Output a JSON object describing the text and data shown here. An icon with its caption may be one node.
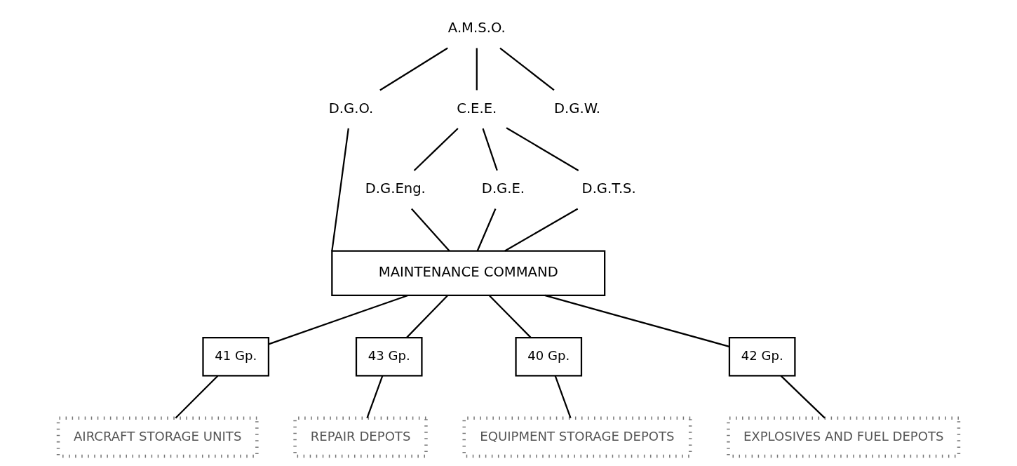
{
  "diagram": {
    "nodes": [
      {
        "text": [
          "A.M.S.O."
        ]
      },
      {
        "text": [
          "D.G.O."
        ]
      },
      {
        "text": [
          "C.E.E."
        ]
      },
      {
        "text": [
          "D.G.W."
        ]
      },
      {
        "text": [
          "D.G.Eng."
        ]
      },
      {
        "text": [
          "D.G.E."
        ]
      },
      {
        "text": [
          "D.G.T.S."
        ]
      },
      {
        "text": [
          "MAINTENANCE COMMAND"
        ]
      },
      {
        "text": [
          "41 Gp."
        ]
      },
      {
        "text": [
          "43 Gp."
        ]
      },
      {
        "text": [
          "40 Gp."
        ]
      },
      {
        "text": [
          "42 Gp."
        ]
      },
      {
        "text": [
          "AIRCRAFT STORAGE UNITS"
        ]
      },
      {
        "text": [
          "REPAIR DEPOTS"
        ]
      },
      {
        "text": [
          "EQUIPMENT STORAGE DEPOTS"
        ]
      },
      {
        "text": [
          "EXPLOSIVES AND FUEL DEPOTS"
        ]
      }
    ],
    "edges": [
      {
        "from": 0,
        "to": 1,
        "arrow": "none"
      },
      {
        "from": 0,
        "to": 2,
        "arrow": "none"
      },
      {
        "from": 0,
        "to": 3,
        "arrow": "none"
      },
      {
        "from": 2,
        "to": 4,
        "arrow": "none"
      },
      {
        "from": 2,
        "to": 5,
        "arrow": "none"
      },
      {
        "from": 2,
        "to": 6,
        "arrow": "none"
      },
      {
        "from": 1,
        "to": 7,
        "arrow": "none"
      },
      {
        "from": 4,
        "to": 7,
        "arrow": "none"
      },
      {
        "from": 5,
        "to": 7,
        "arrow": "none"
      },
      {
        "from": 6,
        "to": 7,
        "arrow": "none"
      },
      {
        "from": 7,
        "to": 8,
        "arrow": "none"
      },
      {
        "from": 7,
        "to": 9,
        "arrow": "none"
      },
      {
        "from": 7,
        "to": 10,
        "arrow": "none"
      },
      {
        "from": 7,
        "to": 11,
        "arrow": "none"
      },
      {
        "from": 8,
        "to": 12,
        "arrow": "none"
      },
      {
        "from": 9,
        "to": 13,
        "arrow": "none"
      },
      {
        "from": 10,
        "to": 14,
        "arrow": "none"
      },
      {
        "from": 11,
        "to": 15,
        "arrow": "none"
      }
    ]
  }
}
